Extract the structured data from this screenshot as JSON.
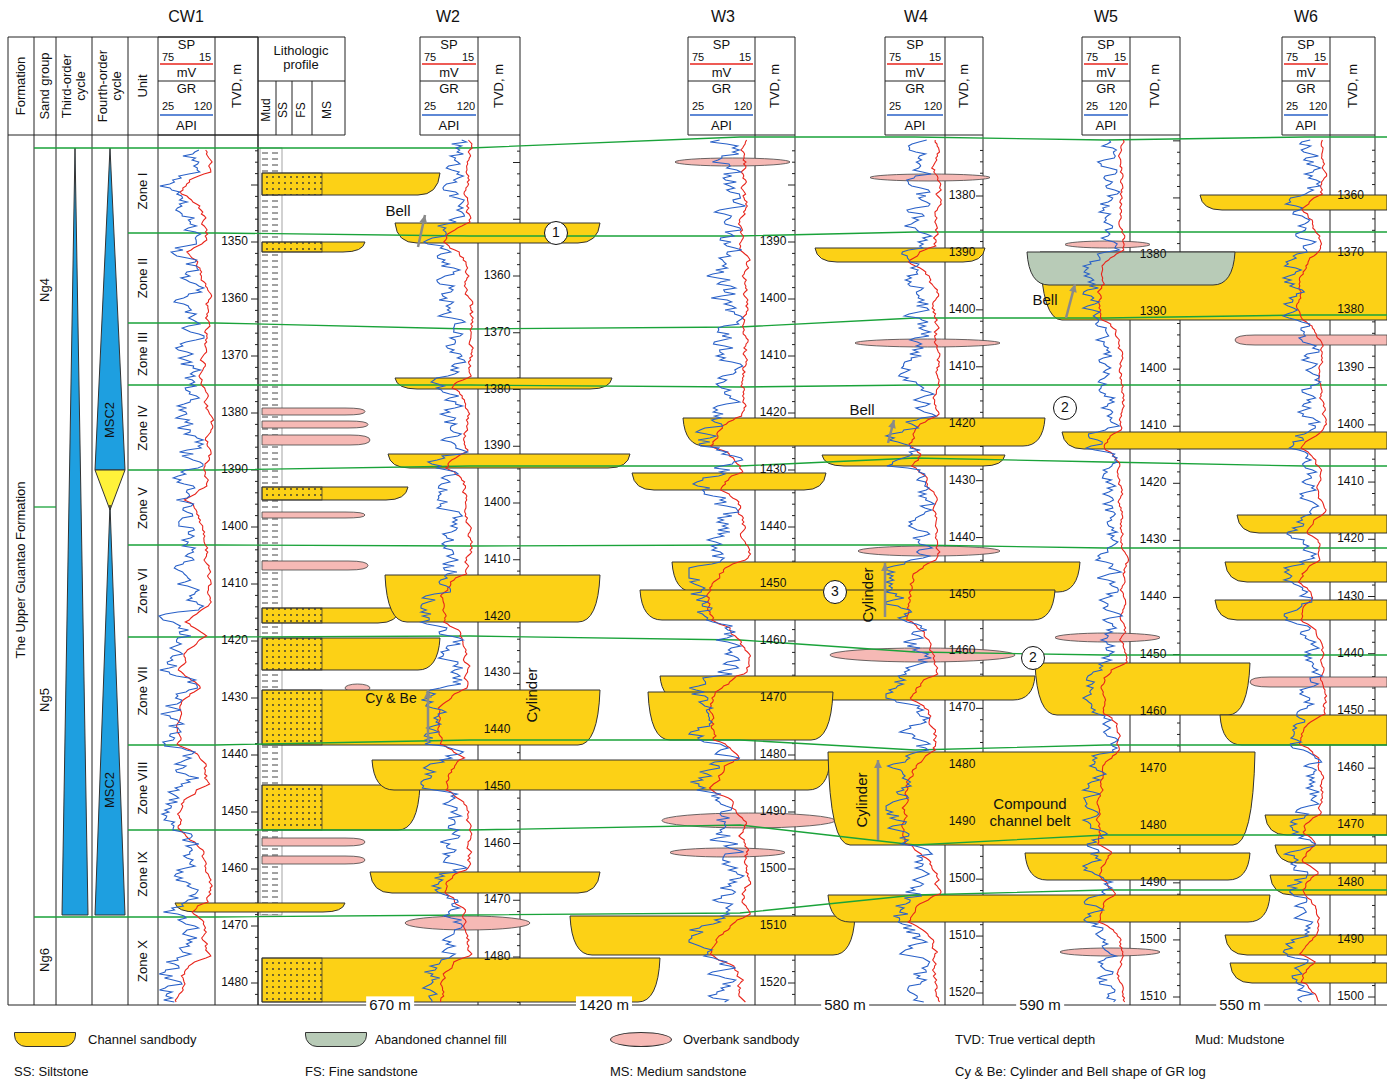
{
  "diagram": {
    "nodes": [
      {
        "text": [
          "1"
        ]
      },
      {
        "text": [
          "2"
        ]
      },
      {
        "text": [
          "3"
        ]
      },
      {
        "text": [
          "2"
        ]
      },
      {
        "text": [
          "Compound channel belt"
        ]
      }
    ],
    "labels": [
      "Formation",
      "Sand group",
      "Third-order cycle",
      "Fourth-order cycle",
      "Unit",
      "SP",
      "75",
      "15",
      "mV",
      "GR",
      "25",
      "120",
      "API",
      "TVD, m",
      "Lithologic profile",
      "Mud",
      "SS",
      "FS",
      "MS",
      "CW1",
      "W2",
      "W3",
      "W4",
      "W5",
      "W6",
      "SP",
      "75",
      "15",
      "mV",
      "GR",
      "25",
      "120",
      "API",
      "TVD, m",
      "SP",
      "75",
      "15",
      "mV",
      "GR",
      "25",
      "120",
      "API",
      "TVD, m",
      "SP",
      "75",
      "15",
      "mV",
      "GR",
      "25",
      "120",
      "API",
      "TVD, m",
      "SP",
      "75",
      "15",
      "mV",
      "GR",
      "25",
      "120",
      "API",
      "TVD, m",
      "SP",
      "75",
      "15",
      "mV",
      "GR",
      "25",
      "120",
      "API",
      "TVD, m",
      "The Upper Guantao Formation",
      "Ng4",
      "Ng5",
      "Ng6",
      "MSC2",
      "MSC2",
      "Zone I",
      "Zone II",
      "Zone III",
      "Zone IV",
      "Zone V",
      "Zone VI",
      "Zone VII",
      "Zone VIII",
      "Zone IX",
      "Zone X",
      "1350",
      "1360",
      "1370",
      "1380",
      "1390",
      "1400",
      "1410",
      "1420",
      "1430",
      "1440",
      "1450",
      "1460",
      "1470",
      "1480",
      "1360",
      "1370",
      "1380",
      "1390",
      "1400",
      "1410",
      "1420",
      "1430",
      "1440",
      "1450",
      "1460",
      "1470",
      "1480",
      "1390",
      "1400",
      "1410",
      "1420",
      "1430",
      "1440",
      "1450",
      "1460",
      "1470",
      "1480",
      "1490",
      "1500",
      "1510",
      "1520",
      "1380",
      "1390",
      "1400",
      "1410",
      "1420",
      "1430",
      "1440",
      "1450",
      "1460",
      "1470",
      "1480",
      "1490",
      "1500",
      "1510",
      "1520",
      "1380",
      "1390",
      "1400",
      "1410",
      "1420",
      "1430",
      "1440",
      "1450",
      "1460",
      "1470",
      "1480",
      "1490",
      "1500",
      "1510",
      "1360",
      "1370",
      "1380",
      "1390",
      "1400",
      "1410",
      "1420",
      "1430",
      "1440",
      "1450",
      "1460",
      "1470",
      "1480",
      "1490",
      "1500",
      "Bell",
      "Bell",
      "Bell",
      "Cy & Be",
      "Cylinder",
      "Cylinder",
      "Cylinder",
      "670 m",
      "1420 m",
      "580 m",
      "590 m",
      "550 m",
      "TVD: True vertical depth",
      "Mud: Mudstone",
      "SS: Siltstone",
      "FS: Fine sandstone",
      "MS: Medium sandstone",
      "Cy & Be: Cylinder and Bell shape of GR log"
    ],
    "legend": [
      {
        "text": "Channel sandbody",
        "color": "#fcd116"
      },
      {
        "text": "Abandoned channel fill",
        "color": "#b8cbb7"
      },
      {
        "text": "Overbank sandbody",
        "color": "#f6b9b5"
      }
    ]
  }
}
